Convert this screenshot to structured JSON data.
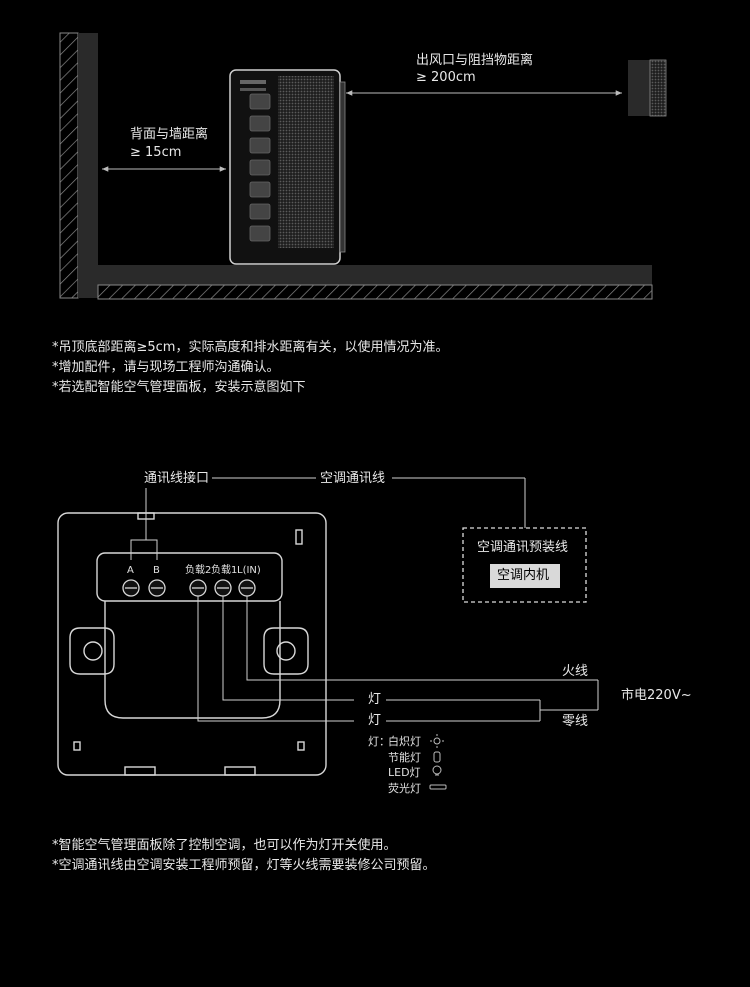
{
  "top_diagram": {
    "outlet_label_1": "出风口与阻挡物距离",
    "outlet_label_2": "≥ 200cm",
    "back_label_1": "背面与墙距离",
    "back_label_2": "≥ 15cm"
  },
  "notes_top": [
    "*吊顶底部距离≥5cm，实际高度和排水距离有关，以使用情况为准。",
    "*增加配件，请与现场工程师沟通确认。",
    "*若选配智能空气管理面板，安装示意图如下"
  ],
  "wiring": {
    "comm_port": "通讯线接口",
    "ac_comm_line": "空调通讯线",
    "preinstalled_line": "空调通讯预装线",
    "indoor_unit": "空调内机",
    "terminal_a": "A",
    "terminal_b": "B",
    "load2": "负载2",
    "load1": "负载1",
    "l_in": "L(IN)",
    "live_wire": "火线",
    "neutral_wire": "零线",
    "mains": "市电220V~",
    "lamp_1": "灯",
    "lamp_2": "灯",
    "legend_title": "灯：",
    "legend_items": [
      "白炽灯",
      "节能灯",
      "LED灯",
      "荧光灯"
    ]
  },
  "notes_bottom": [
    "*智能空气管理面板除了控制空调，也可以作为灯开关使用。",
    "*空调通讯线由空调安装工程师预留，灯等火线需要装修公司预留。"
  ]
}
